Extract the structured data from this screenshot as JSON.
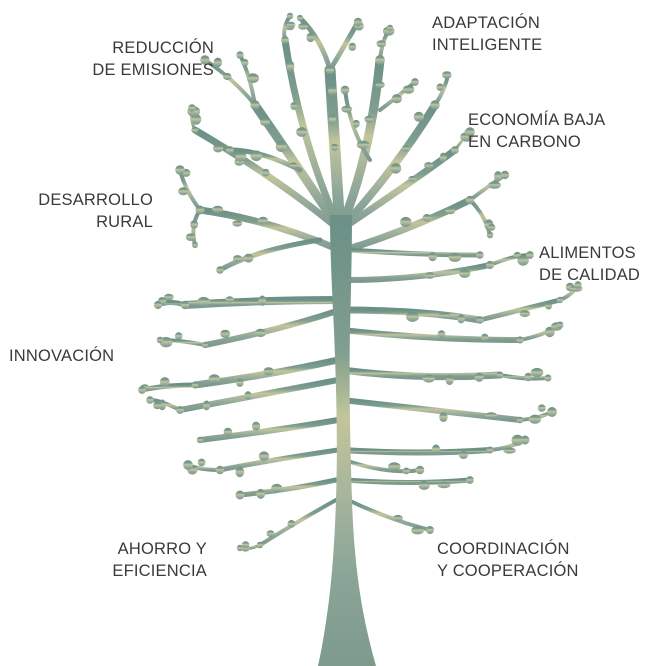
{
  "labels": {
    "reduccion": {
      "line1": "REDUCCIÓN",
      "line2": "DE EMISIONES"
    },
    "adaptacion": {
      "line1": "ADAPTACIÓN",
      "line2": "INTELIGENTE"
    },
    "economia": {
      "line1": "ECONOMÍA BAJA",
      "line2": "EN CARBONO"
    },
    "desarrollo": {
      "line1": "DESARROLLO",
      "line2": "RURAL"
    },
    "alimentos": {
      "line1": "ALIMENTOS",
      "line2": "DE CALIDAD"
    },
    "innovacion": {
      "line1": "INNOVACIÓN"
    },
    "ahorro": {
      "line1": "AHORRO Y",
      "line2": "EFICIENCIA"
    },
    "coordinacion": {
      "line1": "COORDINACIÓN",
      "line2": "Y COOPERACIÓN"
    }
  },
  "colors": {
    "trunk_bottom": "#7f9c8e",
    "canopy_mid": "#c3c49a",
    "canopy_top": "#6f9389",
    "text": "#3a3a3a"
  }
}
